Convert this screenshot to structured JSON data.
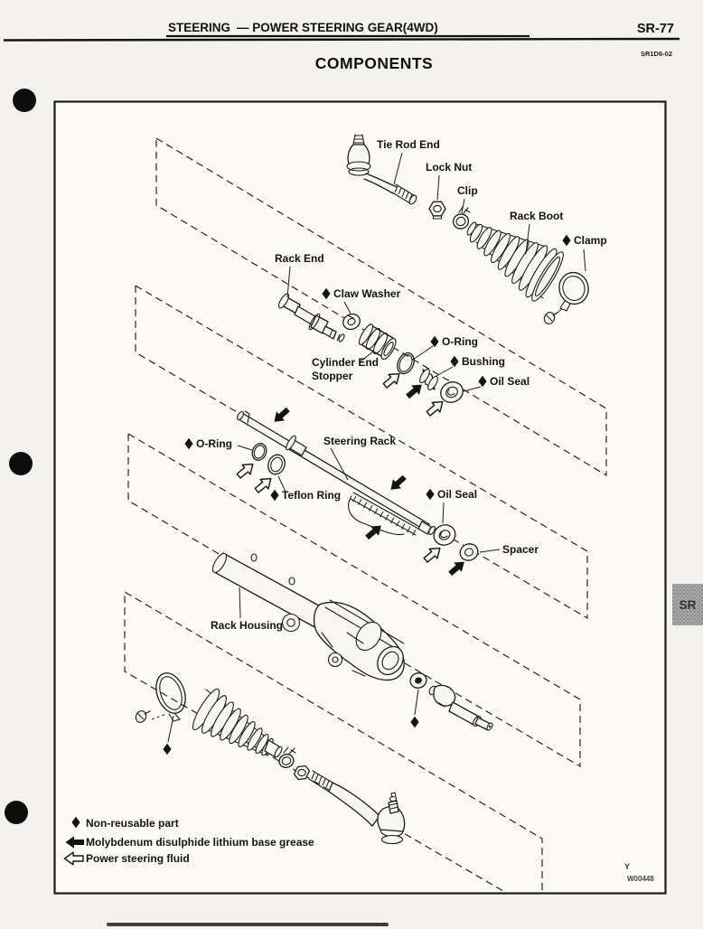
{
  "page": {
    "header": {
      "section": "STEERING",
      "title_rest": "—  POWER STEERING GEAR(4WD)",
      "page_number": "SR-77",
      "figure_code": "SR1D6-02"
    },
    "heading": "COMPONENTS",
    "side_tab": "SR",
    "plate_ref_line1": "Y",
    "plate_ref_line2": "W00448"
  },
  "diagram": {
    "labels": {
      "tie_rod_end": "Tie Rod End",
      "lock_nut": "Lock Nut",
      "clip": "Clip",
      "rack_boot": "Rack Boot",
      "clamp": "Clamp",
      "rack_end": "Rack End",
      "claw_washer": "Claw Washer",
      "cylinder_end_stopper_1": "Cylinder End",
      "cylinder_end_stopper_2": "Stopper",
      "o_ring_upper": "O-Ring",
      "bushing": "Bushing",
      "oil_seal_upper": "Oil Seal",
      "o_ring_lower": "O-Ring",
      "steering_rack": "Steering Rack",
      "teflon_ring": "Teflon Ring",
      "oil_seal_lower": "Oil Seal",
      "spacer": "Spacer",
      "rack_housing": "Rack Housing"
    },
    "legend": [
      {
        "icon": "non-reusable-diamond",
        "text": "Non-reusable part"
      },
      {
        "icon": "grease-solid-arrow",
        "text": "Molybdenum disulphide lithium base grease"
      },
      {
        "icon": "fluid-outline-arrow",
        "text": "Power steering fluid"
      }
    ],
    "colors": {
      "ink": "#1c1c1c",
      "paper": "#f3f2ef",
      "tab_bg": "#a6a6a6"
    }
  }
}
